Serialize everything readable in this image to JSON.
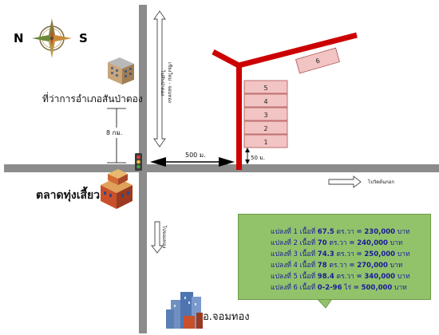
{
  "compass": {
    "north": "N",
    "south": "S"
  },
  "places": {
    "district_office": "ที่ว่าการอำเภอสันป่าตอง",
    "market": "ตลาดทุ่งเสี้ยว",
    "chom_thong": "อ.จอมทอง"
  },
  "roads": {
    "to_san_pa_tong": "ไปสันป่าตอง",
    "to_chom_thong": "ไปจอมทอง",
    "to_wat_ton_kok": "ไปวัดต้นกอก",
    "to_chiang_mai_chom_thong": "เชียงใหม่ - จอมทอง"
  },
  "distances": {
    "eight_km": "8 กม.",
    "five_hundred_m": "500 ม.",
    "fifty_m": "50 ม."
  },
  "plots": [
    "1",
    "2",
    "3",
    "4",
    "5",
    "6"
  ],
  "price_list": [
    {
      "plot": "แปลงที่ 1",
      "area_label": "เนื้อที่",
      "area": "67.5",
      "unit": "ตร.วา",
      "eq": "=",
      "price": "230,000",
      "currency": "บาท"
    },
    {
      "plot": "แปลงที่ 2",
      "area_label": "เนื้อที่",
      "area": "70",
      "unit": "ตร.วา",
      "eq": "=",
      "price": "240,000",
      "currency": "บาท"
    },
    {
      "plot": "แปลงที่ 3",
      "area_label": "เนื้อที่",
      "area": "74.3",
      "unit": "ตร.วา",
      "eq": "=",
      "price": "250,000",
      "currency": "บาท"
    },
    {
      "plot": "แปลงที่ 4",
      "area_label": "เนื้อที่",
      "area": "78",
      "unit": "ตร.วา",
      "eq": "=",
      "price": "270,000",
      "currency": "บาท"
    },
    {
      "plot": "แปลงที่ 5",
      "area_label": "เนื้อที่",
      "area": "98.4",
      "unit": "ตร.วา",
      "eq": "=",
      "price": "340,000",
      "currency": "บาท"
    },
    {
      "plot": "แปลงที่ 6",
      "area_label": "เนื้อที่",
      "area": "0-2-96",
      "unit": "ไร่",
      "eq": "=",
      "price": "500,000",
      "currency": "บาท"
    }
  ],
  "colors": {
    "road": "#8c8c8c",
    "private_road": "#cc0000",
    "plot_fill": "#f2c4c4",
    "plot_stroke": "#b05050",
    "price_box": "#92c36b"
  }
}
